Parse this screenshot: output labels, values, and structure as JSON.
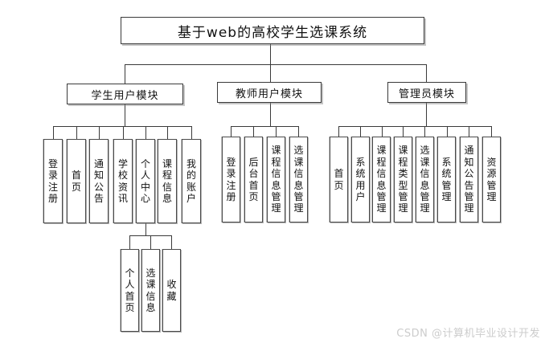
{
  "title": "基于web的高校学生选课系统",
  "watermark": "CSDN @计算机毕业设计开发",
  "colors": {
    "background": "#ffffff",
    "line": "#3a3a3a",
    "box_border": "#4a4a4a",
    "box_shadow_gray": "#808080",
    "text": "#111111",
    "watermark": "#cccccc"
  },
  "modules": {
    "student": {
      "label": "学生用户模块",
      "children": [
        "登录注册",
        "首页",
        "通知公告",
        "学校资讯",
        "个人中心",
        "课程信息",
        "我的账户"
      ],
      "personal_center": {
        "parent_label": "个人中心",
        "children": [
          "个人首页",
          "选课信息",
          "收藏"
        ]
      }
    },
    "teacher": {
      "label": "教师用户模块",
      "children": [
        "登录注册",
        "后台首页",
        "课程信息管理",
        "选课信息管理"
      ]
    },
    "admin": {
      "label": "管理员模块",
      "children": [
        "首页",
        "系统用户",
        "课程信息管理",
        "课程类型管理",
        "选课信息管理",
        "系统管理",
        "通知公告管理",
        "资源管理"
      ]
    }
  }
}
